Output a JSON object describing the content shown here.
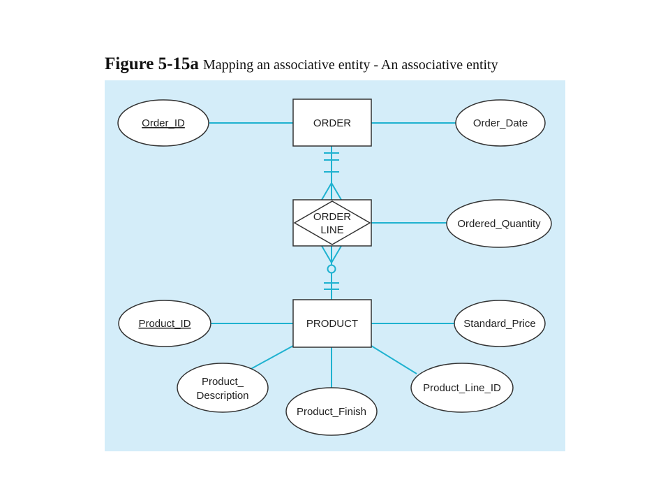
{
  "caption": {
    "label": "Figure 5-15a",
    "text": "Mapping an associative entity - An associative entity"
  },
  "colors": {
    "background": "#d4edf9",
    "line": "#1fb2d0",
    "shape_stroke": "#333333",
    "shape_fill": "#ffffff"
  },
  "entities": {
    "order": "ORDER",
    "product": "PRODUCT",
    "order_line_1": "ORDER",
    "order_line_2": "LINE"
  },
  "attributes": {
    "order_id": "Order_ID",
    "order_date": "Order_Date",
    "ordered_quantity": "Ordered_Quantity",
    "product_id": "Product_ID",
    "standard_price": "Standard_Price",
    "product_description_1": "Product_",
    "product_description_2": "Description",
    "product_finish": "Product_Finish",
    "product_line_id": "Product_Line_ID"
  }
}
